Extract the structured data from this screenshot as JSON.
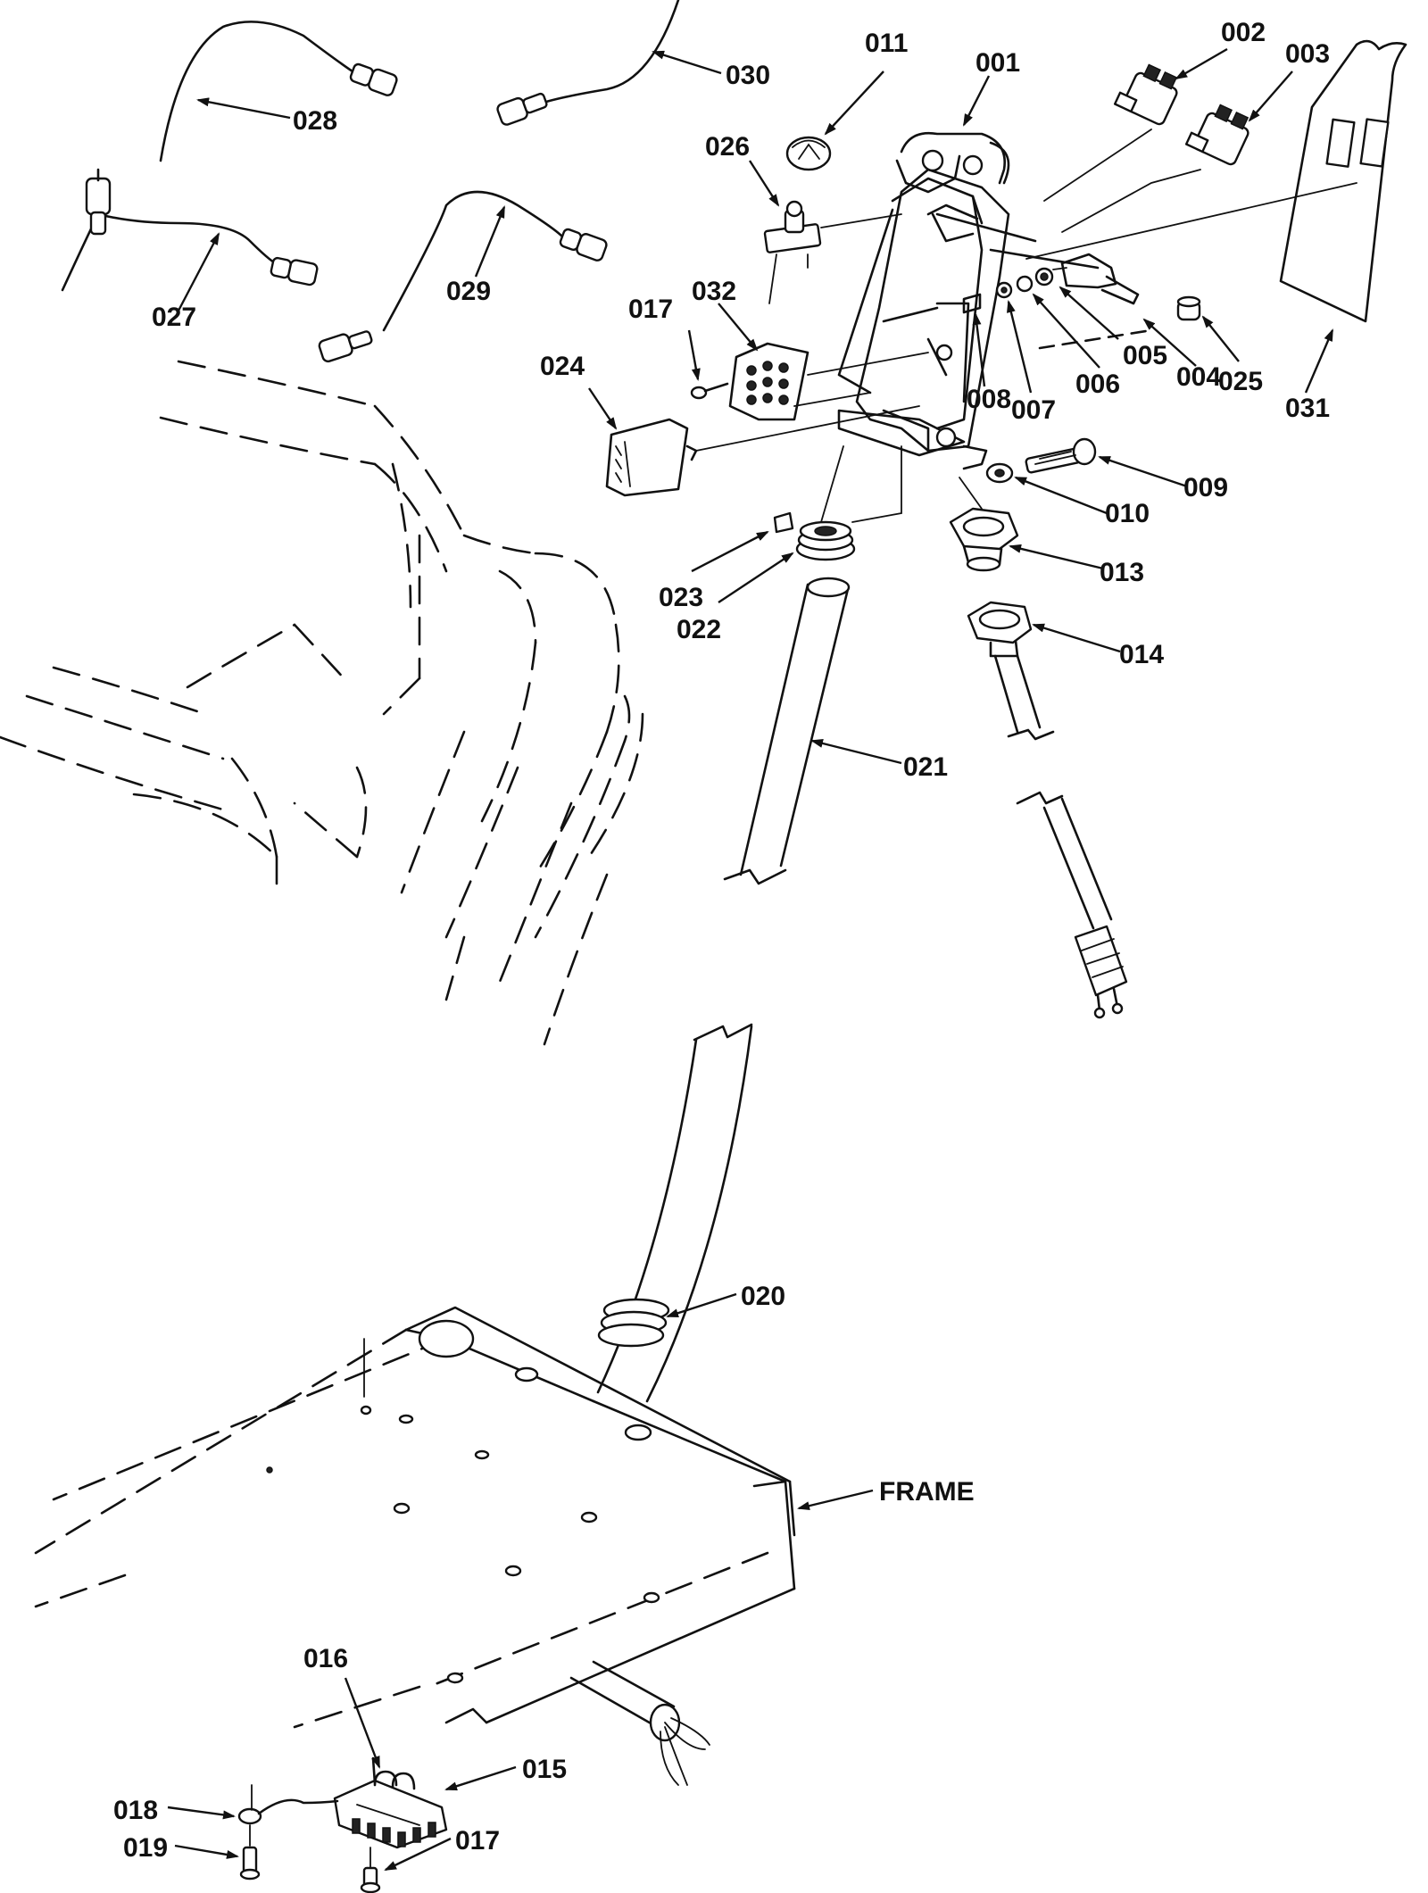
{
  "callouts": {
    "p001": "001",
    "p002": "002",
    "p003": "003",
    "p004": "004",
    "p005": "005",
    "p006": "006",
    "p007": "007",
    "p008": "008",
    "p009": "009",
    "p010": "010",
    "p011": "011",
    "p013": "013",
    "p014": "014",
    "p015": "015",
    "p016": "016",
    "p017a": "017",
    "p017b": "017",
    "p018": "018",
    "p019": "019",
    "p020": "020",
    "p021": "021",
    "p022": "022",
    "p023": "023",
    "p024": "024",
    "p025": "025",
    "p026": "026",
    "p027": "027",
    "p028": "028",
    "p029": "029",
    "p030": "030",
    "p031": "031",
    "p032": "032",
    "frame": "FRAME"
  }
}
